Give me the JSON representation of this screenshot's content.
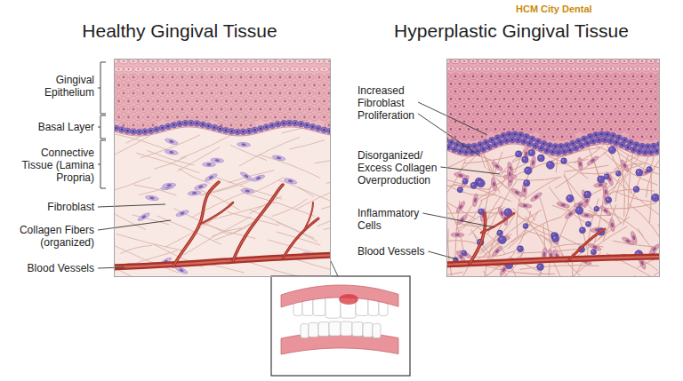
{
  "diagram": {
    "nodes": [
      {
        "text": [
          "Healthy Gingival Tissue"
        ]
      },
      {
        "text": [
          "Hyperplastic Gingival Tissue"
        ]
      }
    ],
    "labels": [
      "Gingival Epithelium",
      "Basal Layer",
      "Connective Tissue (Lamina Propria)",
      "Fibroblast",
      "Collagen Fibers (organized)",
      "Blood Vessels",
      "Increased Fibroblast Proliferation",
      "Disorganized/ Excess Collagen Overproduction",
      "Inflammatory Cells",
      "Blood Vessels",
      "HCM City Dental"
    ]
  }
}
